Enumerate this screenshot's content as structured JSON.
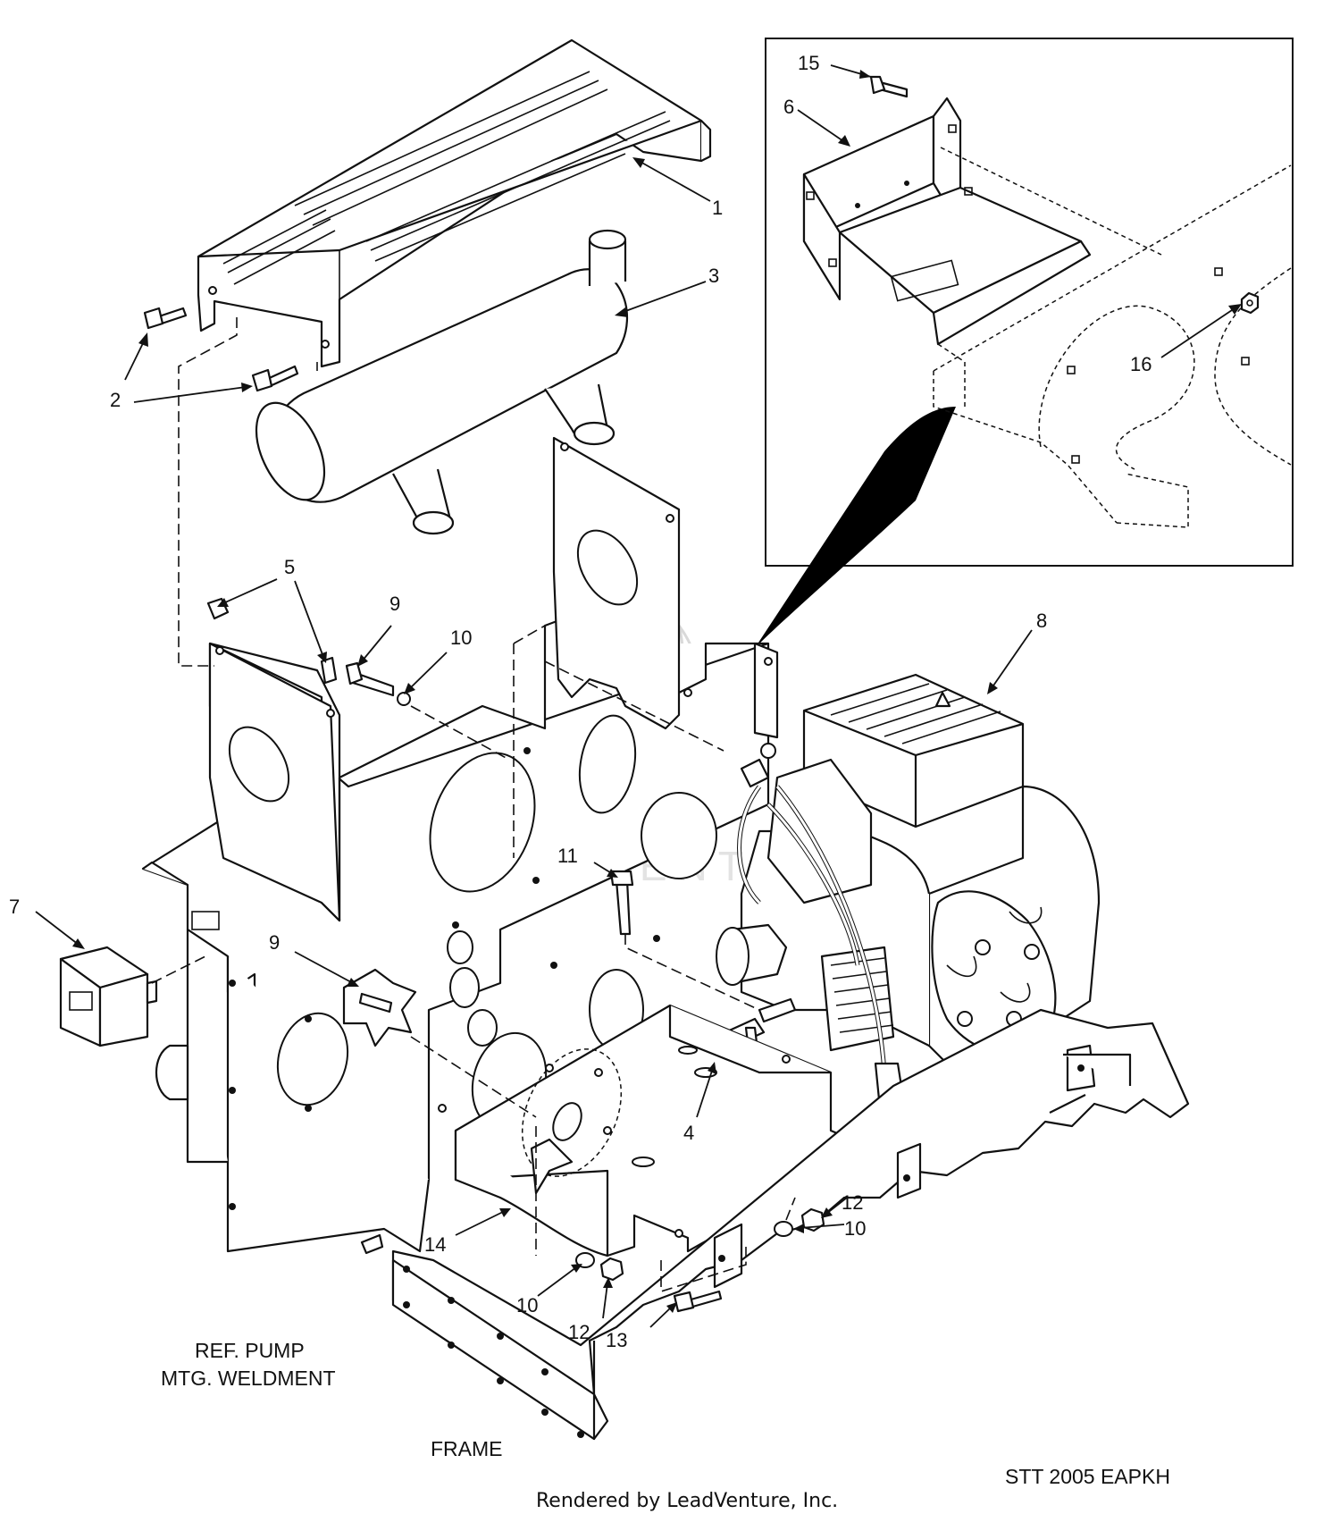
{
  "callouts": [
    {
      "id": "callout-1",
      "text": "1"
    },
    {
      "id": "callout-2",
      "text": "2"
    },
    {
      "id": "callout-3",
      "text": "3"
    },
    {
      "id": "callout-4",
      "text": "4"
    },
    {
      "id": "callout-5",
      "text": "5"
    },
    {
      "id": "callout-6",
      "text": "6"
    },
    {
      "id": "callout-7",
      "text": "7"
    },
    {
      "id": "callout-8",
      "text": "8"
    },
    {
      "id": "callout-9a",
      "text": "9"
    },
    {
      "id": "callout-9b",
      "text": "9"
    },
    {
      "id": "callout-10a",
      "text": "10"
    },
    {
      "id": "callout-10b",
      "text": "10"
    },
    {
      "id": "callout-10c",
      "text": "10"
    },
    {
      "id": "callout-11",
      "text": "11"
    },
    {
      "id": "callout-12a",
      "text": "12"
    },
    {
      "id": "callout-12b",
      "text": "12"
    },
    {
      "id": "callout-13",
      "text": "13"
    },
    {
      "id": "callout-14",
      "text": "14"
    },
    {
      "id": "callout-15",
      "text": "15"
    },
    {
      "id": "callout-16",
      "text": "16"
    }
  ],
  "notes": {
    "ref_pump_line1": "REF. PUMP",
    "ref_pump_line2": "MTG. WELDMENT",
    "frame": "FRAME",
    "drawing_code": "STT 2005 EAPKH",
    "rendered_by": "Rendered by LeadVenture, Inc."
  },
  "watermark": "LEADVENTURE"
}
